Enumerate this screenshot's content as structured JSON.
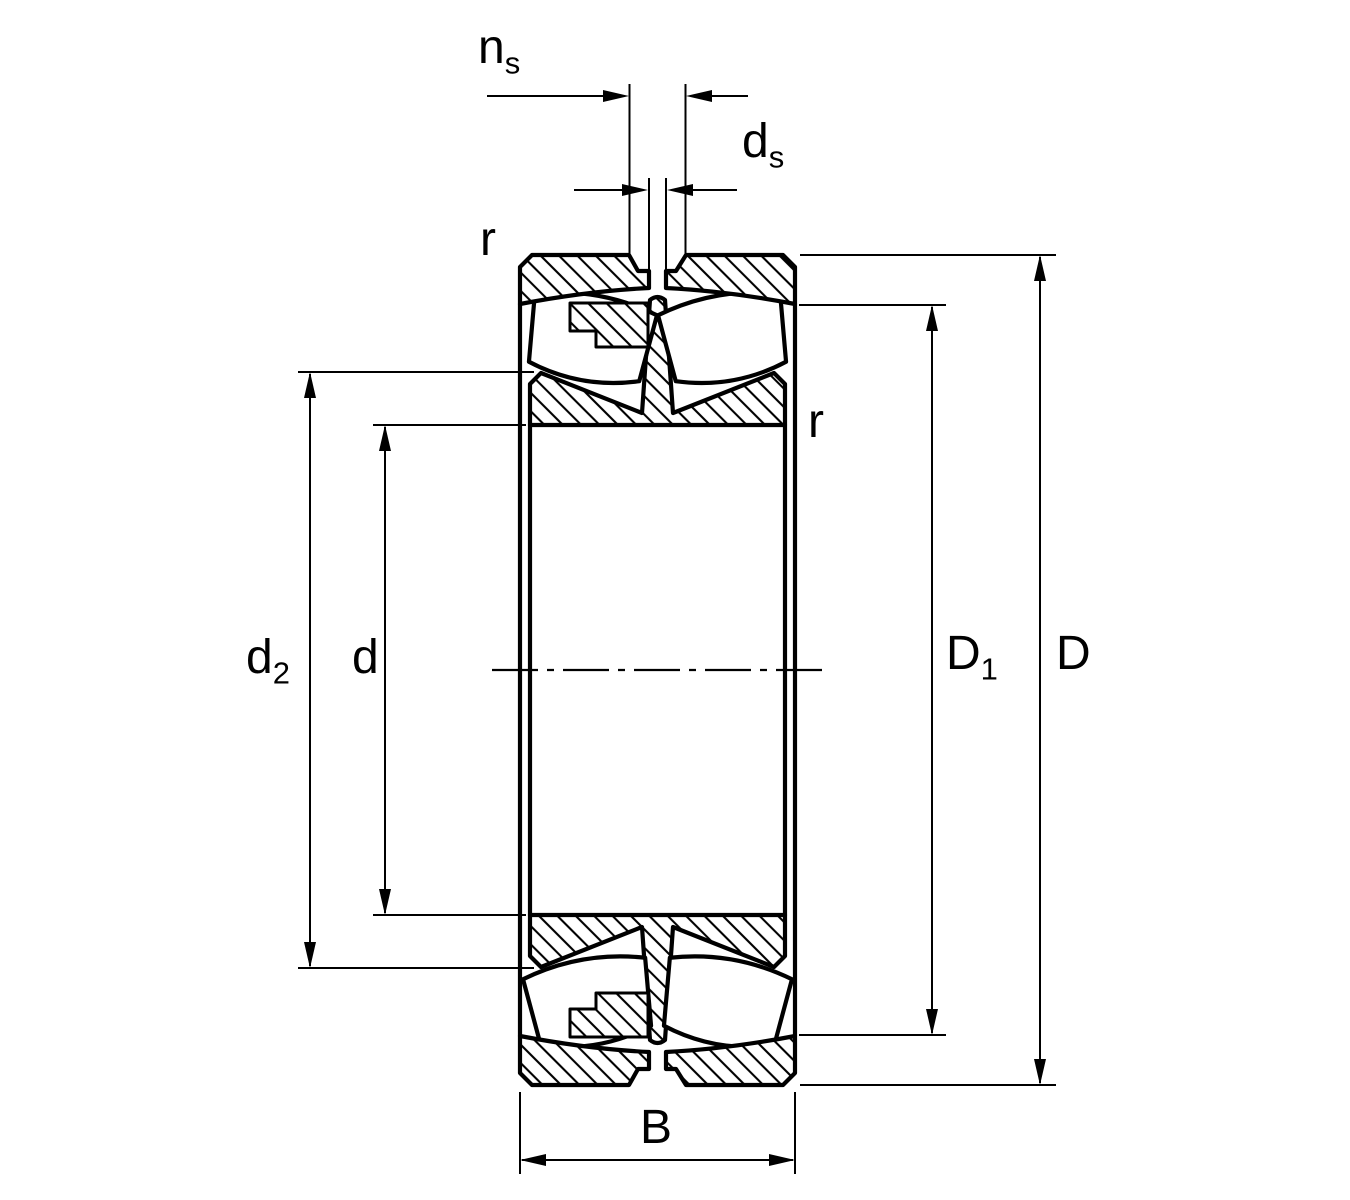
{
  "colors": {
    "line": "#000000",
    "background": "#ffffff"
  },
  "labels": {
    "ns": {
      "base": "n",
      "sub": "s"
    },
    "ds": {
      "base": "d",
      "sub": "s"
    },
    "r_top_left": {
      "base": "r"
    },
    "r_right": {
      "base": "r"
    },
    "d2": {
      "base": "d",
      "sub": "2"
    },
    "d": {
      "base": "d"
    },
    "D1": {
      "base": "D",
      "sub": "1"
    },
    "D": {
      "base": "D"
    },
    "B": {
      "base": "B"
    }
  }
}
